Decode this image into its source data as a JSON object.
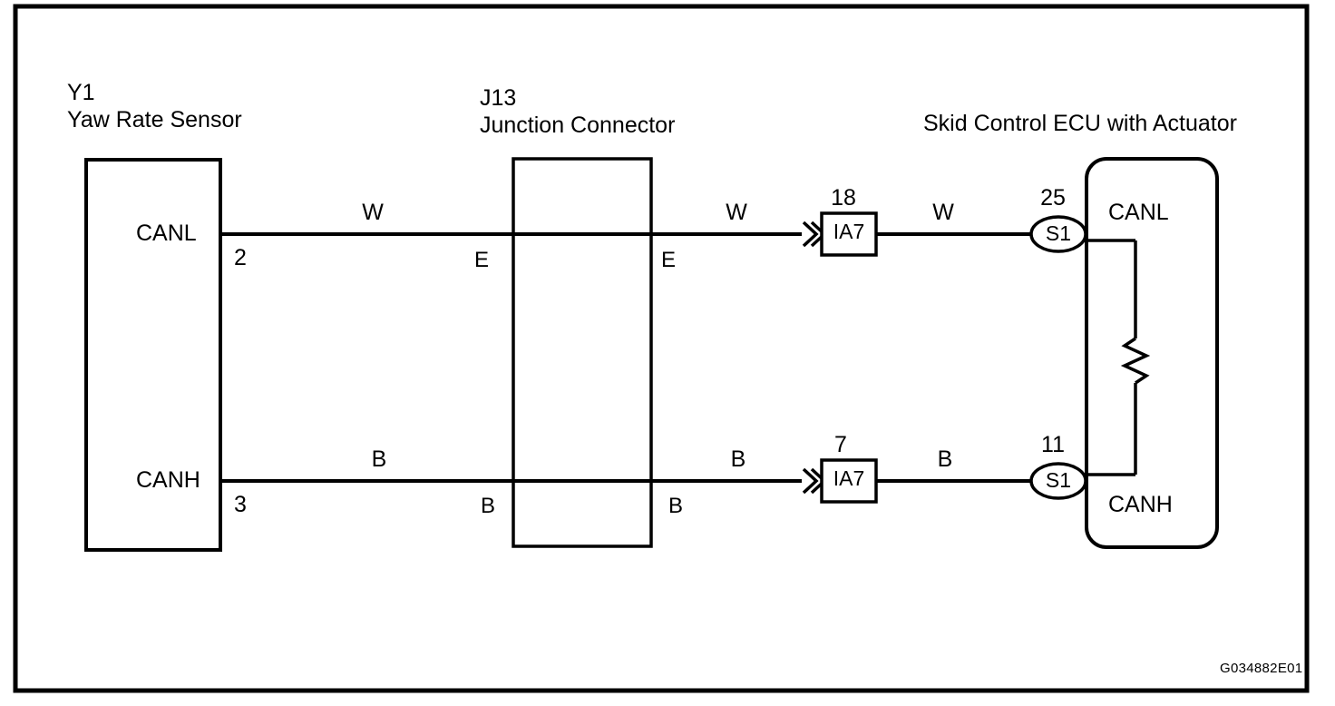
{
  "diagram": {
    "type": "automotive-wiring-diagram",
    "code": "G034882E01",
    "border_color": "#000000",
    "line_color": "#000000",
    "background": "#ffffff"
  },
  "components": {
    "left": {
      "id": "Y1",
      "name": "Yaw Rate Sensor",
      "shape": "rectangle",
      "pins": [
        {
          "name": "CANL",
          "number": "2"
        },
        {
          "name": "CANH",
          "number": "3"
        }
      ]
    },
    "middle": {
      "id": "J13",
      "name": "Junction Connector",
      "shape": "rectangle",
      "terminals_left": [
        "E",
        "B"
      ],
      "terminals_right": [
        "E",
        "B"
      ]
    },
    "right": {
      "id": "",
      "name": "Skid Control ECU with Actuator",
      "shape": "rounded-rectangle",
      "pins": [
        {
          "name": "CANL",
          "number": "25",
          "splice": "S1"
        },
        {
          "name": "CANH",
          "number": "11",
          "splice": "S1"
        }
      ],
      "internal": {
        "component": "terminating-resistor",
        "symbol": "zigzag"
      }
    }
  },
  "wires": {
    "upper": {
      "signal": "CANL",
      "segments": [
        {
          "color_code": "W",
          "from": "Y1-2",
          "to": "J13-E"
        },
        {
          "color_code": "W",
          "from": "J13-E",
          "to": "IA7-18"
        },
        {
          "color_code": "W",
          "from": "IA7-18",
          "to": "S1-25"
        }
      ],
      "connector": {
        "name": "IA7",
        "pin": "18"
      },
      "splice": {
        "name": "S1",
        "pin": "25"
      }
    },
    "lower": {
      "signal": "CANH",
      "segments": [
        {
          "color_code": "B",
          "from": "Y1-3",
          "to": "J13-B"
        },
        {
          "color_code": "B",
          "from": "J13-B",
          "to": "IA7-7"
        },
        {
          "color_code": "B",
          "from": "IA7-7",
          "to": "S1-11"
        }
      ],
      "connector": {
        "name": "IA7",
        "pin": "7"
      },
      "splice": {
        "name": "S1",
        "pin": "11"
      }
    }
  },
  "labels": {
    "y1_id": "Y1",
    "y1_name": "Yaw Rate Sensor",
    "j13_id": "J13",
    "j13_name": "Junction Connector",
    "ecu_name": "Skid Control ECU with Actuator",
    "sensor_pin_canl": "CANL",
    "sensor_pin_canh": "CANH",
    "sensor_no_canl": "2",
    "sensor_no_canh": "3",
    "jc_left_upper": "E",
    "jc_right_upper": "E",
    "jc_left_lower": "B",
    "jc_right_lower": "B",
    "wire_color_upper_a": "W",
    "wire_color_upper_b": "W",
    "wire_color_upper_c": "W",
    "wire_color_lower_a": "B",
    "wire_color_lower_b": "B",
    "wire_color_lower_c": "B",
    "conn_upper_pin": "18",
    "conn_upper_name": "IA7",
    "conn_lower_pin": "7",
    "conn_lower_name": "IA7",
    "splice_upper_pin": "25",
    "splice_upper_name": "S1",
    "splice_lower_pin": "11",
    "splice_lower_name": "S1",
    "ecu_pin_canl": "CANL",
    "ecu_pin_canh": "CANH",
    "figure_code": "G034882E01"
  }
}
